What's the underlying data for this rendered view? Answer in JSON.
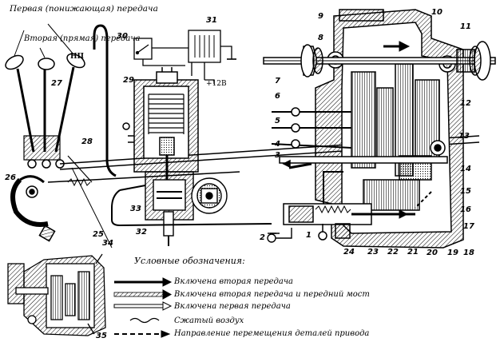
{
  "shift_labels": {
    "first_gear": "Первая (понижающая) передача",
    "second_gear": "Вторая (прямая) передача",
    "neutral": "НП"
  },
  "solenoid_voltage": "+12В",
  "part_numbers": [
    "1",
    "2",
    "3",
    "4",
    "5",
    "6",
    "7",
    "8",
    "9",
    "10",
    "11",
    "12",
    "13",
    "14",
    "15",
    "16",
    "17",
    "18",
    "19",
    "20",
    "21",
    "22",
    "23",
    "24",
    "25",
    "26",
    "27",
    "28",
    "29",
    "30",
    "31",
    "32",
    "33",
    "34",
    "35"
  ],
  "legend": {
    "title": "Условные обозначения:",
    "items": [
      {
        "key": "second",
        "label": "Включена вторая передача"
      },
      {
        "key": "second_front",
        "label": "Включена вторая передача и передний мост"
      },
      {
        "key": "first",
        "label": "Включена первая передача"
      },
      {
        "key": "air",
        "label": "Сжатый воздух"
      },
      {
        "key": "movement",
        "label": "Направление перемещения деталей привода"
      }
    ]
  }
}
